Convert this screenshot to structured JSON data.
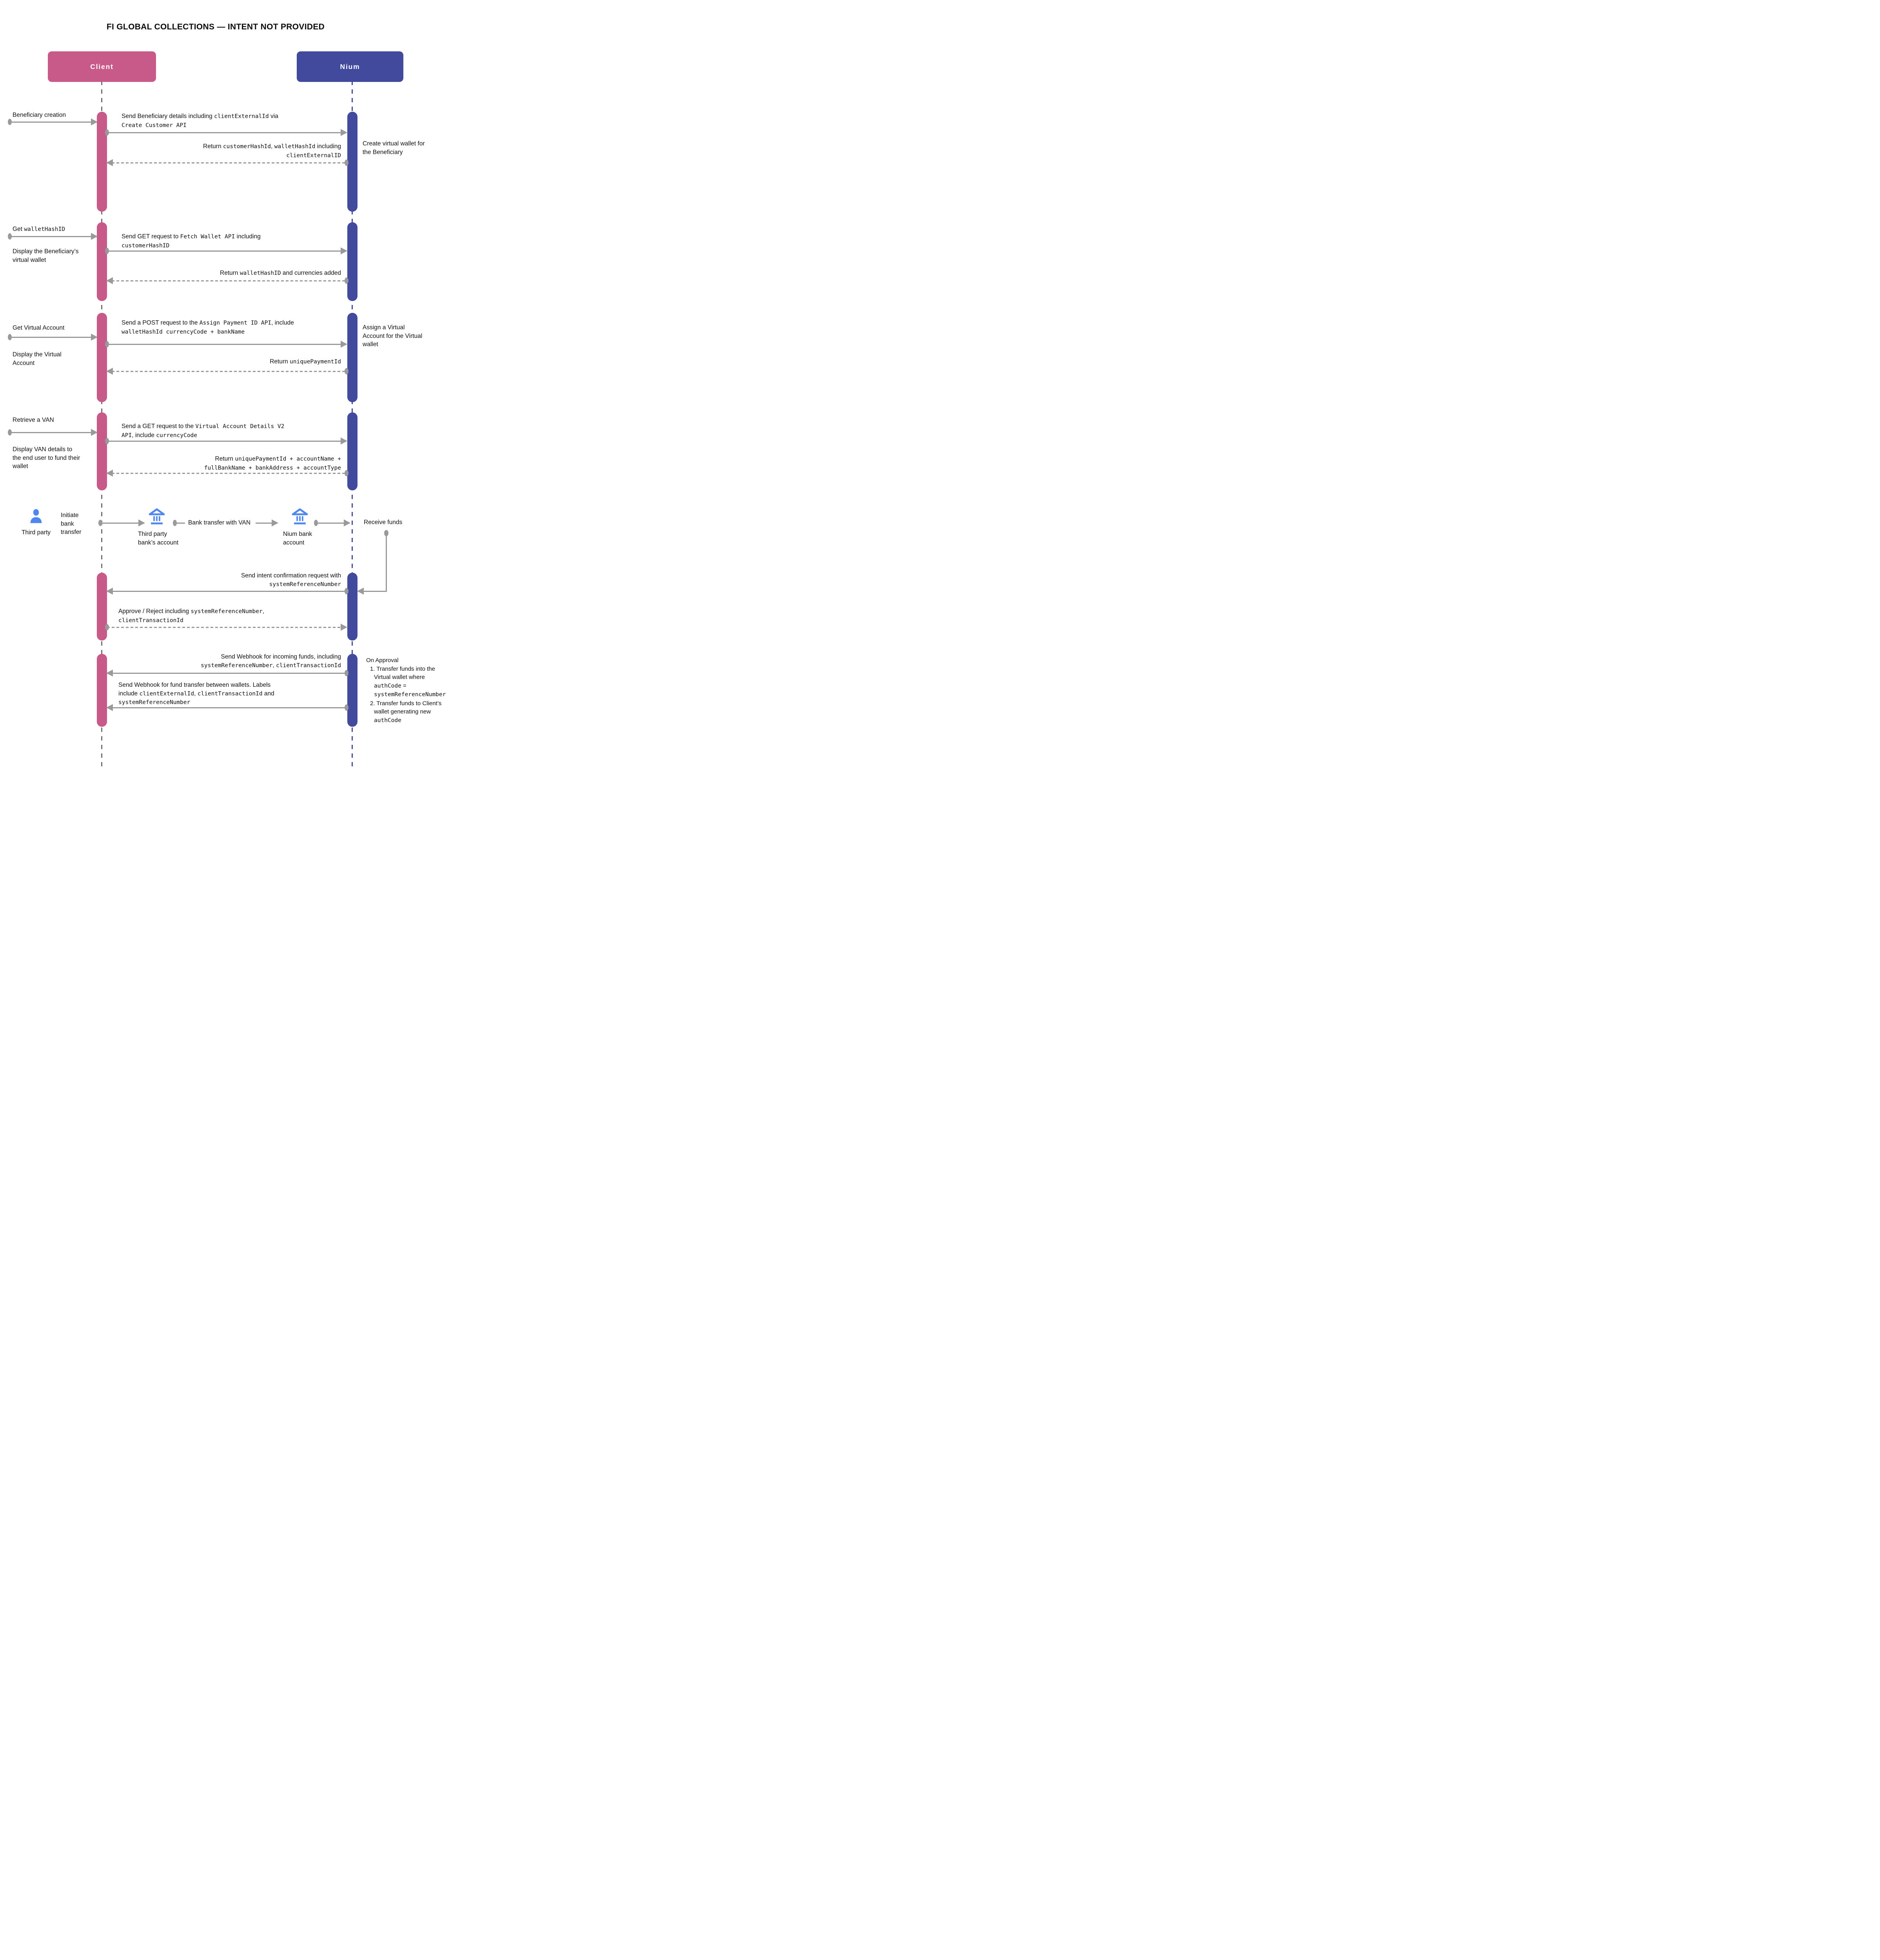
{
  "title": "FI GLOBAL COLLECTIONS — INTENT NOT PROVIDED",
  "actors": {
    "client": "Client",
    "nium": "Nium"
  },
  "colors": {
    "client": "#c75a89",
    "nium": "#424a9e",
    "arrow": "#9a9a9a",
    "icon_blue": "#4e87f2",
    "text": "#111111"
  },
  "left_labels": {
    "l1": [
      {
        "seg": [
          {
            "t": "Beneficiary creation"
          }
        ]
      }
    ],
    "l2": [
      {
        "seg": [
          {
            "t": "Get "
          },
          {
            "t": "walletHashID",
            "m": 1
          }
        ]
      }
    ],
    "l3": [
      {
        "seg": [
          {
            "t": "Display the Beneficiary’s"
          }
        ]
      },
      {
        "seg": [
          {
            "t": "virtual wallet"
          }
        ]
      }
    ],
    "l4": [
      {
        "seg": [
          {
            "t": "Get Virtual Account"
          }
        ]
      }
    ],
    "l5": [
      {
        "seg": [
          {
            "t": "Display the Virtual"
          }
        ]
      },
      {
        "seg": [
          {
            "t": "Account"
          }
        ]
      }
    ],
    "l6": [
      {
        "seg": [
          {
            "t": "Retrieve a VAN"
          }
        ]
      }
    ],
    "l7": [
      {
        "seg": [
          {
            "t": "Display VAN details to"
          }
        ]
      },
      {
        "seg": [
          {
            "t": "the end user to fund their"
          }
        ]
      },
      {
        "seg": [
          {
            "t": "wallet"
          }
        ]
      }
    ]
  },
  "messages": {
    "m1": [
      {
        "seg": [
          {
            "t": "Send Beneficiary details including "
          },
          {
            "t": "clientExternalId",
            "m": 1
          },
          {
            "t": " via"
          }
        ]
      },
      {
        "seg": [
          {
            "t": "Create Customer API",
            "m": 1
          }
        ]
      }
    ],
    "m2": [
      {
        "seg": [
          {
            "t": "Return "
          },
          {
            "t": "customerHashId",
            "m": 1
          },
          {
            "t": ", "
          },
          {
            "t": "walletHashId",
            "m": 1
          },
          {
            "t": " including"
          }
        ]
      },
      {
        "seg": [
          {
            "t": "clientExternalID",
            "m": 1
          }
        ]
      }
    ],
    "m3": [
      {
        "seg": [
          {
            "t": "Send GET request to "
          },
          {
            "t": "Fetch Wallet API",
            "m": 1
          },
          {
            "t": " including"
          }
        ]
      },
      {
        "seg": [
          {
            "t": "customerHashID",
            "m": 1
          }
        ]
      }
    ],
    "m4": [
      {
        "seg": [
          {
            "t": "Return "
          },
          {
            "t": "walletHashID",
            "m": 1
          },
          {
            "t": " and currencies added"
          }
        ]
      }
    ],
    "m5": [
      {
        "seg": [
          {
            "t": "Send a POST request to the "
          },
          {
            "t": "Assign Payment ID API",
            "m": 1
          },
          {
            "t": ", include"
          }
        ]
      },
      {
        "seg": [
          {
            "t": "walletHashId currencyCode + bankName",
            "m": 1
          }
        ]
      }
    ],
    "m6": [
      {
        "seg": [
          {
            "t": "Return "
          },
          {
            "t": "uniquePaymentId",
            "m": 1
          }
        ]
      }
    ],
    "m7": [
      {
        "seg": [
          {
            "t": "Send a GET request to the "
          },
          {
            "t": "Virtual Account Details V2",
            "m": 1
          }
        ]
      },
      {
        "seg": [
          {
            "t": "API",
            "m": 1
          },
          {
            "t": ", include "
          },
          {
            "t": "currencyCode",
            "m": 1
          }
        ]
      }
    ],
    "m8": [
      {
        "seg": [
          {
            "t": "Return "
          },
          {
            "t": "uniquePaymentId + accountName +",
            "m": 1
          }
        ]
      },
      {
        "seg": [
          {
            "t": "fullBankName + bankAddress + accountType",
            "m": 1
          }
        ]
      }
    ],
    "m9": [
      {
        "seg": [
          {
            "t": "Send intent confirmation request with"
          }
        ]
      },
      {
        "seg": [
          {
            "t": "systemReferenceNumber",
            "m": 1
          }
        ]
      }
    ],
    "m10": [
      {
        "seg": [
          {
            "t": "Approve / Reject including "
          },
          {
            "t": "systemReferenceNumber",
            "m": 1
          },
          {
            "t": ","
          }
        ]
      },
      {
        "seg": [
          {
            "t": "clientTransactionId",
            "m": 1
          }
        ]
      }
    ],
    "m11": [
      {
        "seg": [
          {
            "t": "Send Webhook for incoming funds, including"
          }
        ]
      },
      {
        "seg": [
          {
            "t": "systemReferenceNumber",
            "m": 1
          },
          {
            "t": ", "
          },
          {
            "t": "clientTransactionId",
            "m": 1
          }
        ]
      }
    ],
    "m12": [
      {
        "seg": [
          {
            "t": "Send Webhook for fund transfer between wallets. Labels"
          }
        ]
      },
      {
        "seg": [
          {
            "t": "include "
          },
          {
            "t": "clientExternalId",
            "m": 1
          },
          {
            "t": ", "
          },
          {
            "t": "clientTransactionId",
            "m": 1
          },
          {
            "t": " and"
          }
        ]
      },
      {
        "seg": [
          {
            "t": "systemReferenceNumber",
            "m": 1
          }
        ]
      }
    ]
  },
  "notes": {
    "n1": [
      {
        "seg": [
          {
            "t": "Create virtual wallet for"
          }
        ]
      },
      {
        "seg": [
          {
            "t": "the Beneficiary"
          }
        ]
      }
    ],
    "n2": [
      {
        "seg": [
          {
            "t": "Assign a Virtual"
          }
        ]
      },
      {
        "seg": [
          {
            "t": "Account for the Virtual"
          }
        ]
      },
      {
        "seg": [
          {
            "t": "wallet"
          }
        ]
      }
    ],
    "n3": [
      {
        "seg": [
          {
            "t": "On Approval"
          }
        ]
      },
      {
        "ind": 1,
        "seg": [
          {
            "t": "1. Transfer funds into the"
          }
        ]
      },
      {
        "ind": 2,
        "seg": [
          {
            "t": "Virtual wallet where"
          }
        ]
      },
      {
        "ind": 2,
        "seg": [
          {
            "t": "authCode",
            "m": 1
          },
          {
            "t": " ="
          }
        ]
      },
      {
        "ind": 2,
        "seg": [
          {
            "t": "systemReferenceNumber",
            "m": 1
          }
        ]
      },
      {
        "ind": 1,
        "seg": [
          {
            "t": "2. Transfer funds to Client’s"
          }
        ]
      },
      {
        "ind": 2,
        "seg": [
          {
            "t": "wallet generating new"
          }
        ]
      },
      {
        "ind": 2,
        "seg": [
          {
            "t": "authCode",
            "m": 1
          }
        ]
      }
    ]
  },
  "flow_row": {
    "third_party": "Third party",
    "initiate": [
      {
        "seg": [
          {
            "t": "Initiate"
          }
        ]
      },
      {
        "seg": [
          {
            "t": "bank"
          }
        ]
      },
      {
        "seg": [
          {
            "t": "transfer"
          }
        ]
      }
    ],
    "bank1": [
      {
        "seg": [
          {
            "t": "Third party"
          }
        ]
      },
      {
        "seg": [
          {
            "t": "bank’s account"
          }
        ]
      }
    ],
    "transfer_label": "Bank transfer with VAN",
    "bank2": [
      {
        "seg": [
          {
            "t": "Nium bank"
          }
        ]
      },
      {
        "seg": [
          {
            "t": "account"
          }
        ]
      }
    ],
    "receive": "Receive funds"
  }
}
